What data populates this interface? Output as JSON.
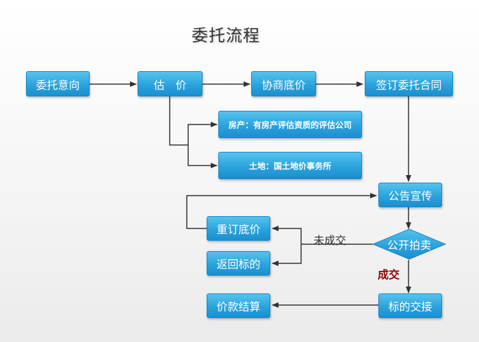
{
  "title": "委托流程",
  "nodes": {
    "commission_intent": "委托意向",
    "appraisal": "估　价",
    "negotiate_reserve": "协商底价",
    "sign_contract": "签订委托合同",
    "property_note": "房产：有房产评估资质的评估公司",
    "land_note": "土地：国土地价事务所",
    "publicity": "公告宣传",
    "reset_reserve": "重订底价",
    "return_asset": "返回标的",
    "public_auction": "公开拍卖",
    "asset_transfer": "标的交接",
    "payment_settlement": "价款结算"
  },
  "edge_labels": {
    "no_deal": "未成交",
    "deal": "成交"
  },
  "colors": {
    "node_top": "#56c3ef",
    "node_bottom": "#1b8fcf",
    "line": "#333333",
    "deal_label": "#8b0000"
  }
}
